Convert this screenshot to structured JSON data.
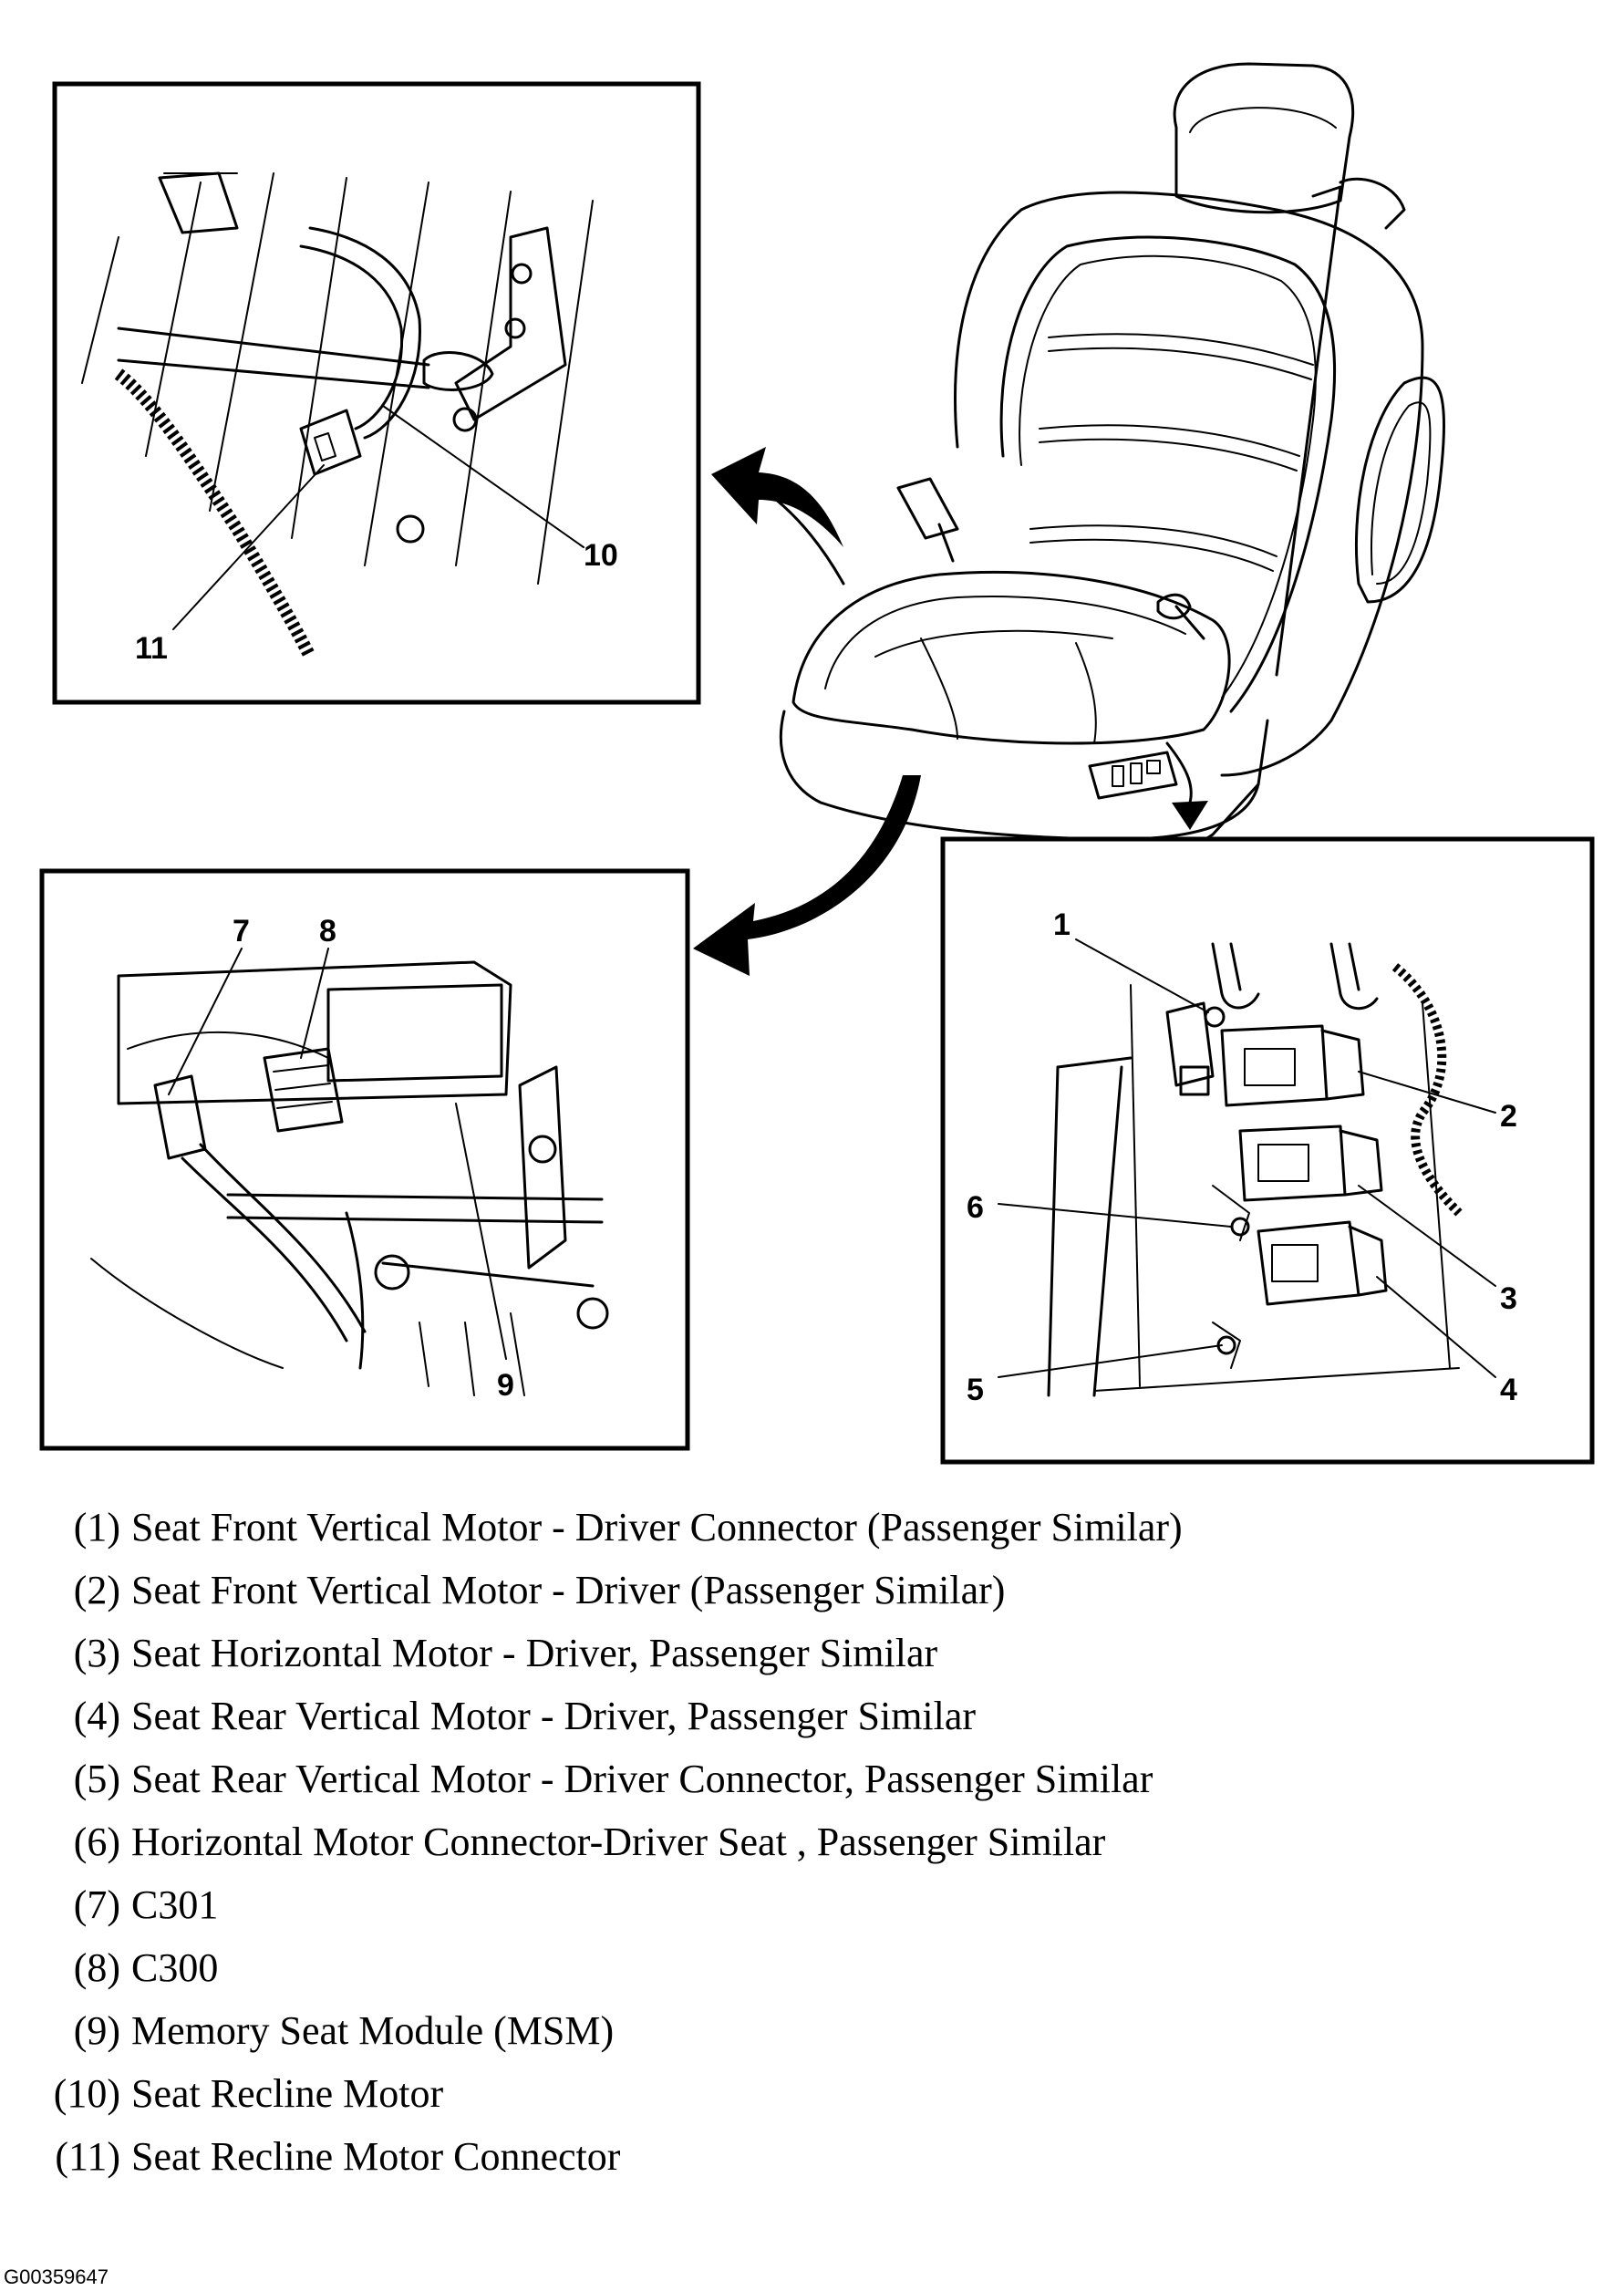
{
  "callouts": {
    "c1": "1",
    "c2": "2",
    "c3": "3",
    "c4": "4",
    "c5": "5",
    "c6": "6",
    "c7": "7",
    "c8": "8",
    "c9": "9",
    "c10": "10",
    "c11": "11"
  },
  "legend": [
    {
      "num": "(1)",
      "text": "Seat Front Vertical Motor - Driver Connector (Passenger Similar)"
    },
    {
      "num": "(2)",
      "text": "Seat Front Vertical Motor - Driver (Passenger Similar)"
    },
    {
      "num": "(3)",
      "text": "Seat Horizontal Motor - Driver, Passenger Similar"
    },
    {
      "num": "(4)",
      "text": "Seat Rear Vertical Motor - Driver, Passenger Similar"
    },
    {
      "num": "(5)",
      "text": "Seat Rear Vertical Motor - Driver Connector, Passenger Similar"
    },
    {
      "num": "(6)",
      "text": "Horizontal Motor Connector-Driver Seat , Passenger Similar"
    },
    {
      "num": "(7)",
      "text": "C301"
    },
    {
      "num": "(8)",
      "text": "C300"
    },
    {
      "num": "(9)",
      "text": "Memory Seat Module (MSM)"
    },
    {
      "num": "(10)",
      "text": "Seat Recline Motor"
    },
    {
      "num": "(11)",
      "text": "Seat Recline Motor Connector"
    }
  ],
  "figure_id": "G00359647"
}
